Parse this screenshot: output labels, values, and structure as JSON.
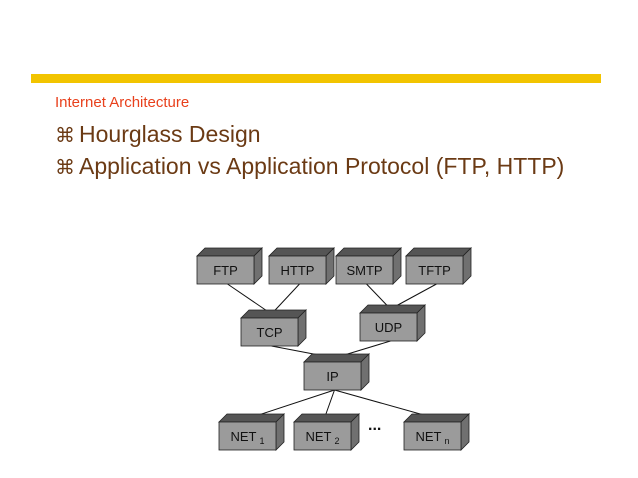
{
  "slide": {
    "section_title": "Internet Architecture",
    "bullets": [
      {
        "icon": "command-bullet-icon",
        "glyph": "⌘",
        "text": "Hourglass Design"
      },
      {
        "icon": "command-bullet-icon",
        "glyph": "⌘",
        "text": "Application vs Application Protocol (FTP, HTTP)"
      }
    ],
    "accent_color": "#f2c400",
    "title_color": "#e8401c",
    "bullet_color": "#6b3a14"
  },
  "diagram": {
    "nodes": {
      "ftp": {
        "label": "FTP"
      },
      "http": {
        "label": "HTTP"
      },
      "smtp": {
        "label": "SMTP"
      },
      "tftp": {
        "label": "TFTP"
      },
      "tcp": {
        "label": "TCP"
      },
      "udp": {
        "label": "UDP"
      },
      "ip": {
        "label": "IP"
      },
      "net1": {
        "label": "NET",
        "sub": "1"
      },
      "net2": {
        "label": "NET",
        "sub": "2"
      },
      "netn": {
        "label": "NET",
        "sub": "n"
      }
    },
    "ellipsis": "...",
    "edges": [
      [
        "ftp",
        "tcp"
      ],
      [
        "http",
        "tcp"
      ],
      [
        "smtp",
        "udp"
      ],
      [
        "tftp",
        "udp"
      ],
      [
        "tcp",
        "ip"
      ],
      [
        "udp",
        "ip"
      ],
      [
        "ip",
        "net1"
      ],
      [
        "ip",
        "net2"
      ],
      [
        "ip",
        "netn"
      ]
    ]
  }
}
